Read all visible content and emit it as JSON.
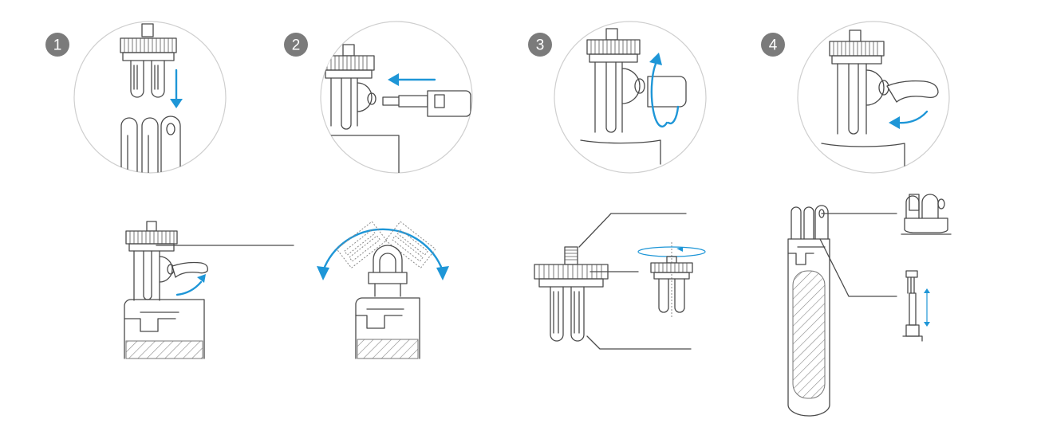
{
  "steps": [
    {
      "number": "1"
    },
    {
      "number": "2"
    },
    {
      "number": "3"
    },
    {
      "number": "4"
    }
  ],
  "colors": {
    "accent_arrow": "#1e96d7",
    "line_art": "#4a4a4a",
    "badge": "#7b7b7b",
    "circle_border": "#cfcfcf"
  },
  "icons": [
    "knob-icon",
    "tripod-mount-icon",
    "handle-grip-icon",
    "rotate-arrow-icon",
    "insert-arrow-icon",
    "adapter-screw-icon"
  ]
}
